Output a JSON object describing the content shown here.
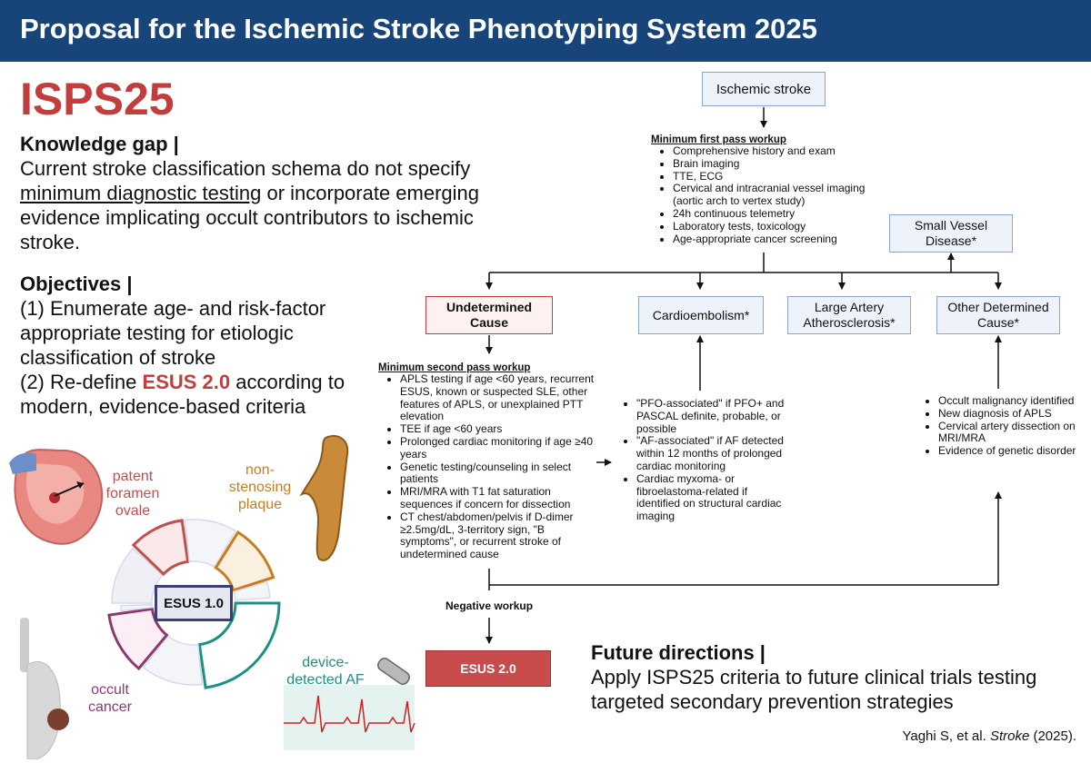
{
  "header": {
    "title": "Proposal for the Ischemic Stroke Phenotyping System 2025"
  },
  "brand": "ISPS25",
  "knowledge_gap": {
    "title": "Knowledge gap |",
    "text_1": "Current stroke classification schema do not specify",
    "text_2": " minimum diagnostic testing",
    "text_3": " or incorporate emerging evidence implicating occult contributors to ischemic stroke."
  },
  "objectives": {
    "title": "Objectives |",
    "item1": "(1) Enumerate age- and risk-factor appropriate testing for etiologic classification of stroke",
    "item2_pre": "(2) Re-define ",
    "item2_highlight": "ESUS 2.0",
    "item2_post": " according to modern, evidence-based criteria"
  },
  "flow": {
    "root": "Ischemic stroke",
    "first_pass": {
      "title": "Minimum first pass workup",
      "items": [
        "Comprehensive history and exam",
        "Brain imaging",
        "TTE, ECG",
        "Cervical and intracranial vessel imaging (aortic arch to vertex study)",
        "24h continuous telemetry",
        "Laboratory tests, toxicology",
        "Age-appropriate cancer screening"
      ]
    },
    "small_vessel": "Small Vessel Disease*",
    "undetermined": "Undetermined Cause",
    "cardioembolism": "Cardioembolism*",
    "large_artery": "Large Artery Atherosclerosis*",
    "other_determined": "Other Determined Cause*",
    "second_pass": {
      "title": "Minimum second pass workup",
      "items": [
        "APLS testing if age <60 years, recurrent ESUS, known or suspected SLE, other features of APLS, or unexplained PTT elevation",
        "TEE if age <60 years",
        "Prolonged cardiac monitoring if age ≥40 years",
        "Genetic testing/counseling in select patients",
        "MRI/MRA with T1 fat saturation sequences if concern for dissection",
        "CT chest/abdomen/pelvis if D-dimer ≥2.5mg/dL, 3-territory sign, \"B symptoms\", or recurrent stroke of undetermined cause"
      ]
    },
    "cardio_items": [
      "\"PFO-associated\" if PFO+ and PASCAL definite, probable, or possible",
      "\"AF-associated\" if AF detected within 12 months of prolonged cardiac monitoring",
      "Cardiac myxoma- or fibroelastoma-related if identified on structural cardiac imaging"
    ],
    "other_items": [
      "Occult malignancy identified",
      "New diagnosis of APLS",
      "Cervical artery dissection on MRI/MRA",
      "Evidence of genetic disorder"
    ],
    "negative": "Negative workup",
    "esus2": "ESUS 2.0"
  },
  "wheel": {
    "center": "ESUS 1.0",
    "pfo": "patent foramen ovale",
    "plaque": "non-stenosing plaque",
    "af": "device-detected AF",
    "cancer": "occult cancer",
    "colors": {
      "pfo": "#c0504d",
      "plaque": "#c77d1e",
      "af": "#1a9185",
      "cancer": "#8c3a6e",
      "center_border": "#3b3f73"
    }
  },
  "future": {
    "title": "Future directions |",
    "text": "Apply ISPS25 criteria to future clinical trials testing targeted secondary prevention strategies"
  },
  "citation": {
    "pre": "Yaghi S, et al. ",
    "journal": "Stroke",
    "post": " (2025)."
  },
  "colors": {
    "header": "#17457a",
    "accent_red": "#c43d3d",
    "box_blue_fill": "#eef3fb",
    "box_blue_border": "#8aa6cf"
  }
}
